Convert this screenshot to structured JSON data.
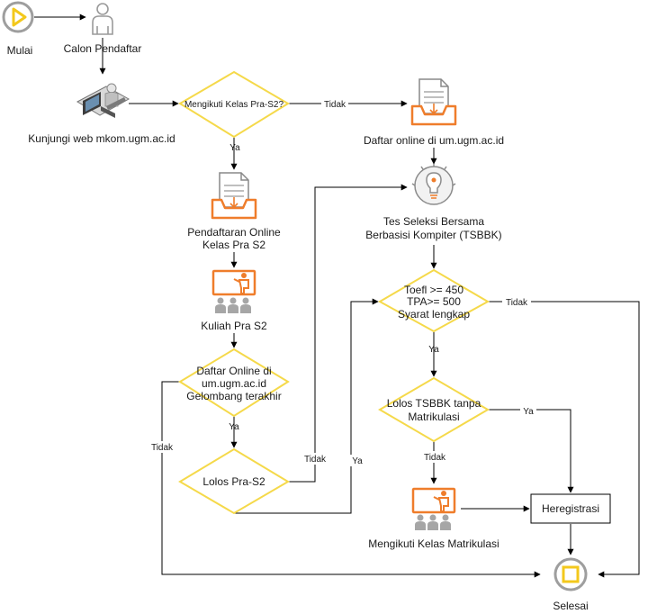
{
  "nodes": {
    "start": "Mulai",
    "applicant": "Calon Pendaftar",
    "visit_web": "Kunjungi web mkom.ugm.ac.id",
    "q_pras2": "Mengikuti Kelas Pra-S2?",
    "daftar_online": "Daftar online di um.ugm.ac.id",
    "pendaftaran_line1": "Pendaftaran Online",
    "pendaftaran_line2": "Kelas Pra S2",
    "tsbbk_line1": "Tes Seleksi Bersama",
    "tsbbk_line2": "Berbasisi Kompiter (TSBBK)",
    "kuliah": "Kuliah Pra S2",
    "q_toefl_line1": "Toefl >= 450",
    "q_toefl_line2": "TPA>= 500",
    "q_toefl_line3": "Syarat lengkap",
    "q_gelombang_line1": "Daftar Online di",
    "q_gelombang_line2": "um.ugm.ac.id",
    "q_gelombang_line3": "Gelombang terakhir",
    "q_lolos_tsbbk_line1": "Lolos TSBBK tanpa",
    "q_lolos_tsbbk_line2": "Matrikulasi",
    "q_lolos_pras2": "Lolos Pra-S2",
    "heregistrasi": "Heregistrasi",
    "matrikulasi": "Mengikuti Kelas Matrikulasi",
    "end": "Selesai"
  },
  "edges": {
    "tidak": "Tidak",
    "ya": "Ya"
  },
  "colors": {
    "decision_stroke": "#f5d94a",
    "doc_orange": "#ef7d2b",
    "start_yellow": "#f3c81c",
    "icon_gray": "#b3b3b3",
    "line": "#000000"
  },
  "icons": [
    "play-icon",
    "person-icon",
    "computer-user-icon",
    "document-tray-icon",
    "lightbulb-gear-icon",
    "classroom-icon",
    "stop-icon"
  ]
}
